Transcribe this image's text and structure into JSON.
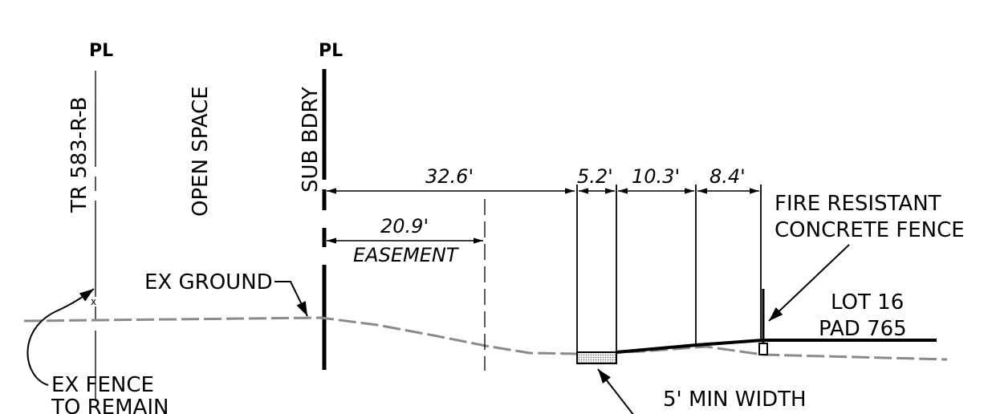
{
  "property_line_symbol": "PL",
  "left_parcel": {
    "tract": "TR 583-R-B",
    "use": "OPEN SPACE"
  },
  "boundary_label": "SUB BDRY",
  "dimensions": {
    "overall": "32.6'",
    "easement_width": "20.9'",
    "easement_label": "EASEMENT",
    "segment_1": "5.2'",
    "segment_2": "10.3'",
    "segment_3": "8.4'"
  },
  "callouts": {
    "ex_ground": "EX GROUND",
    "ex_fence_line1": "EX FENCE",
    "ex_fence_line2": "TO REMAIN",
    "fence_line1": "FIRE RESISTANT",
    "fence_line2": "CONCRETE FENCE",
    "min_width": "5' MIN WIDTH"
  },
  "lot": {
    "line1": "LOT 16",
    "line2": "PAD 765"
  }
}
